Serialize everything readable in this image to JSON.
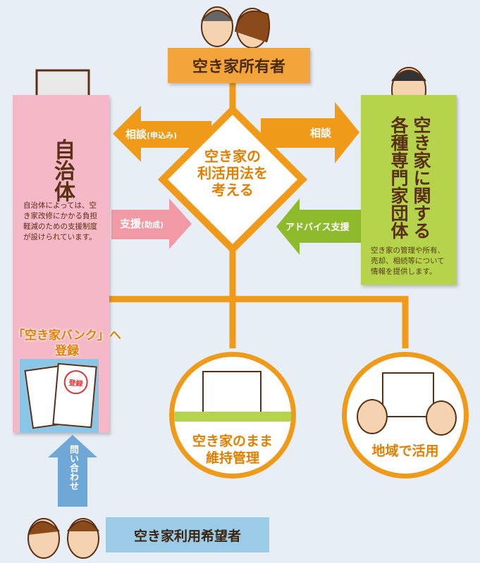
{
  "owner": {
    "label": "空き家所有者"
  },
  "center": {
    "lines": [
      "空き家の",
      "利活用法を",
      "考える"
    ]
  },
  "municipality": {
    "title": "自治体",
    "description": "自治体によっては、空き家改修にかかる負担軽減のための支援制度が設けられています。"
  },
  "experts": {
    "title_col1": "空き家に関する",
    "title_col2": "各種専門家団体",
    "description": "空き家の管理や所有、売却、相続等について情報を提供します。"
  },
  "arrows": {
    "consult_left": "相談",
    "consult_left_sub": "(申込み)",
    "support": "支援",
    "support_sub": "(助成)",
    "consult_right": "相談",
    "advice": "アドバイス支援",
    "inquiry": "問い合わせ"
  },
  "bank": {
    "line1": "「空き家バンク」へ",
    "line2": "登録",
    "stamp": "登録"
  },
  "outcomes": [
    {
      "lines": [
        "空き家のまま",
        "維持管理"
      ]
    },
    {
      "lines": [
        "地域で活用"
      ]
    }
  ],
  "user": {
    "label": "空き家利用希望者"
  },
  "colors": {
    "orange": "#f09a1a",
    "pink": "#f5b8c7",
    "green": "#b6d44b",
    "blue": "#8cc6e6",
    "background": "#e7eef5"
  }
}
